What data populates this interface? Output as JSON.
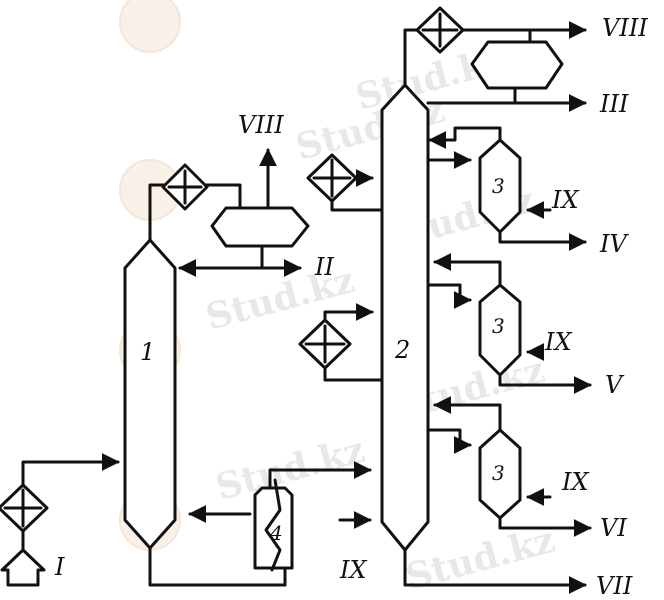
{
  "watermark": {
    "text": "Stud.kz"
  },
  "streams": {
    "in_feed": "I",
    "out_top_left": "VIII",
    "out_top_right": "VIII",
    "out_II": "II",
    "out_III": "III",
    "out_IV": "IV",
    "out_V": "V",
    "out_VI": "VI",
    "out_VII": "VII",
    "steam_1": "IX",
    "steam_2": "IX",
    "steam_3": "IX",
    "steam_bottom": "IX"
  },
  "units": {
    "column_1": "1",
    "column_2": "2",
    "stripper_a": "3",
    "stripper_b": "3",
    "stripper_c": "3",
    "furnace": "4"
  }
}
